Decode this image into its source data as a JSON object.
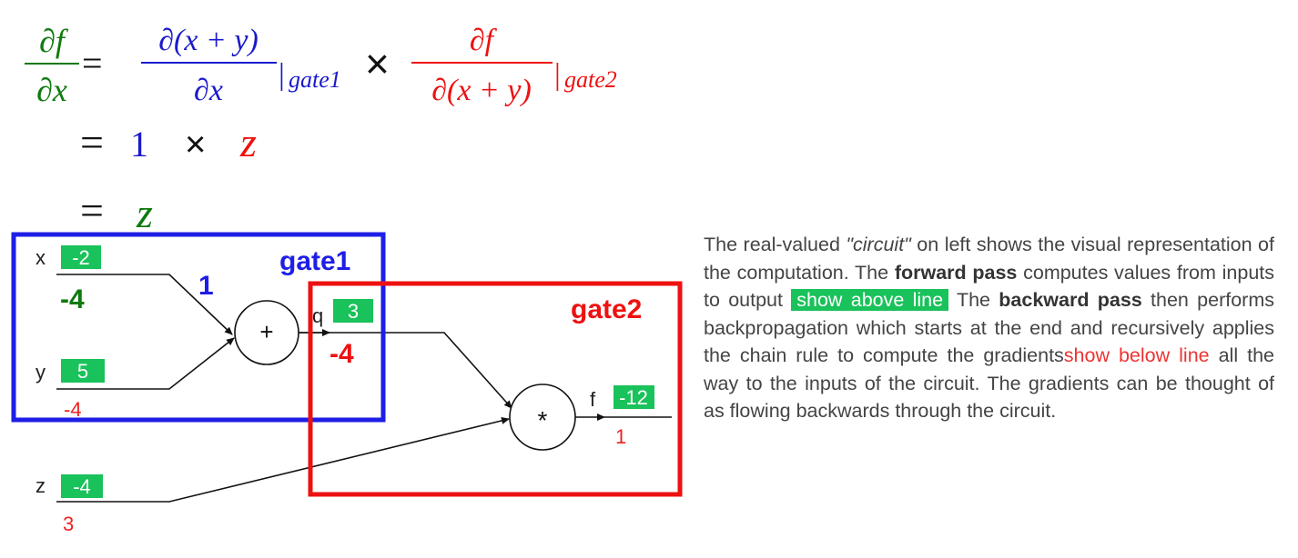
{
  "equation": {
    "line1": {
      "lhs_num": "∂f",
      "lhs_den": "∂x",
      "eq": "=",
      "t1_num": "∂(x + y)",
      "t1_den": "∂x",
      "t1_sub": "gate1",
      "times": "×",
      "t2_num": "∂f",
      "t2_den": "∂(x + y)",
      "t2_sub": "gate2",
      "bar": "|"
    },
    "line2": {
      "eq": "=",
      "one": "1",
      "times": "×",
      "z": "z"
    },
    "line3": {
      "eq": "=",
      "z": "z"
    }
  },
  "circuit": {
    "inputs": [
      {
        "label": "x",
        "value": "-2",
        "grad": "-4"
      },
      {
        "label": "y",
        "value": "5",
        "grad": "-4"
      },
      {
        "label": "z",
        "value": "-4",
        "grad": "3"
      }
    ],
    "add_gate": {
      "symbol": "+",
      "out_label": "q",
      "out_value": "3",
      "out_grad": "-4"
    },
    "mul_gate": {
      "symbol": "*",
      "out_label": "f",
      "out_value": "-12",
      "out_grad": "1"
    },
    "gate1": {
      "label": "gate1",
      "local_grad": "1"
    },
    "gate2": {
      "label": "gate2"
    }
  },
  "description": {
    "p1": "The real-valued ",
    "circuit_word": "\"circuit\"",
    "p2": " on left shows the visual representation of the computation. The ",
    "forward": "forward pass",
    "p3": " computes values from inputs to output ",
    "above": "show above line",
    "p4": " The ",
    "backward": "backward pass",
    "p5": " then performs backpropagation which starts at the end and recursively applies the chain rule to compute the gradients",
    "below": "show below line",
    "p6": " all the way to the inputs of the circuit. The gradients can be thought of as flowing backwards through the circuit."
  },
  "colors": {
    "gate1_box": "#1e1ee6",
    "gate2_box": "#ee1111",
    "value_chip": "#19c25a",
    "gradient_text": "#ee2222"
  }
}
